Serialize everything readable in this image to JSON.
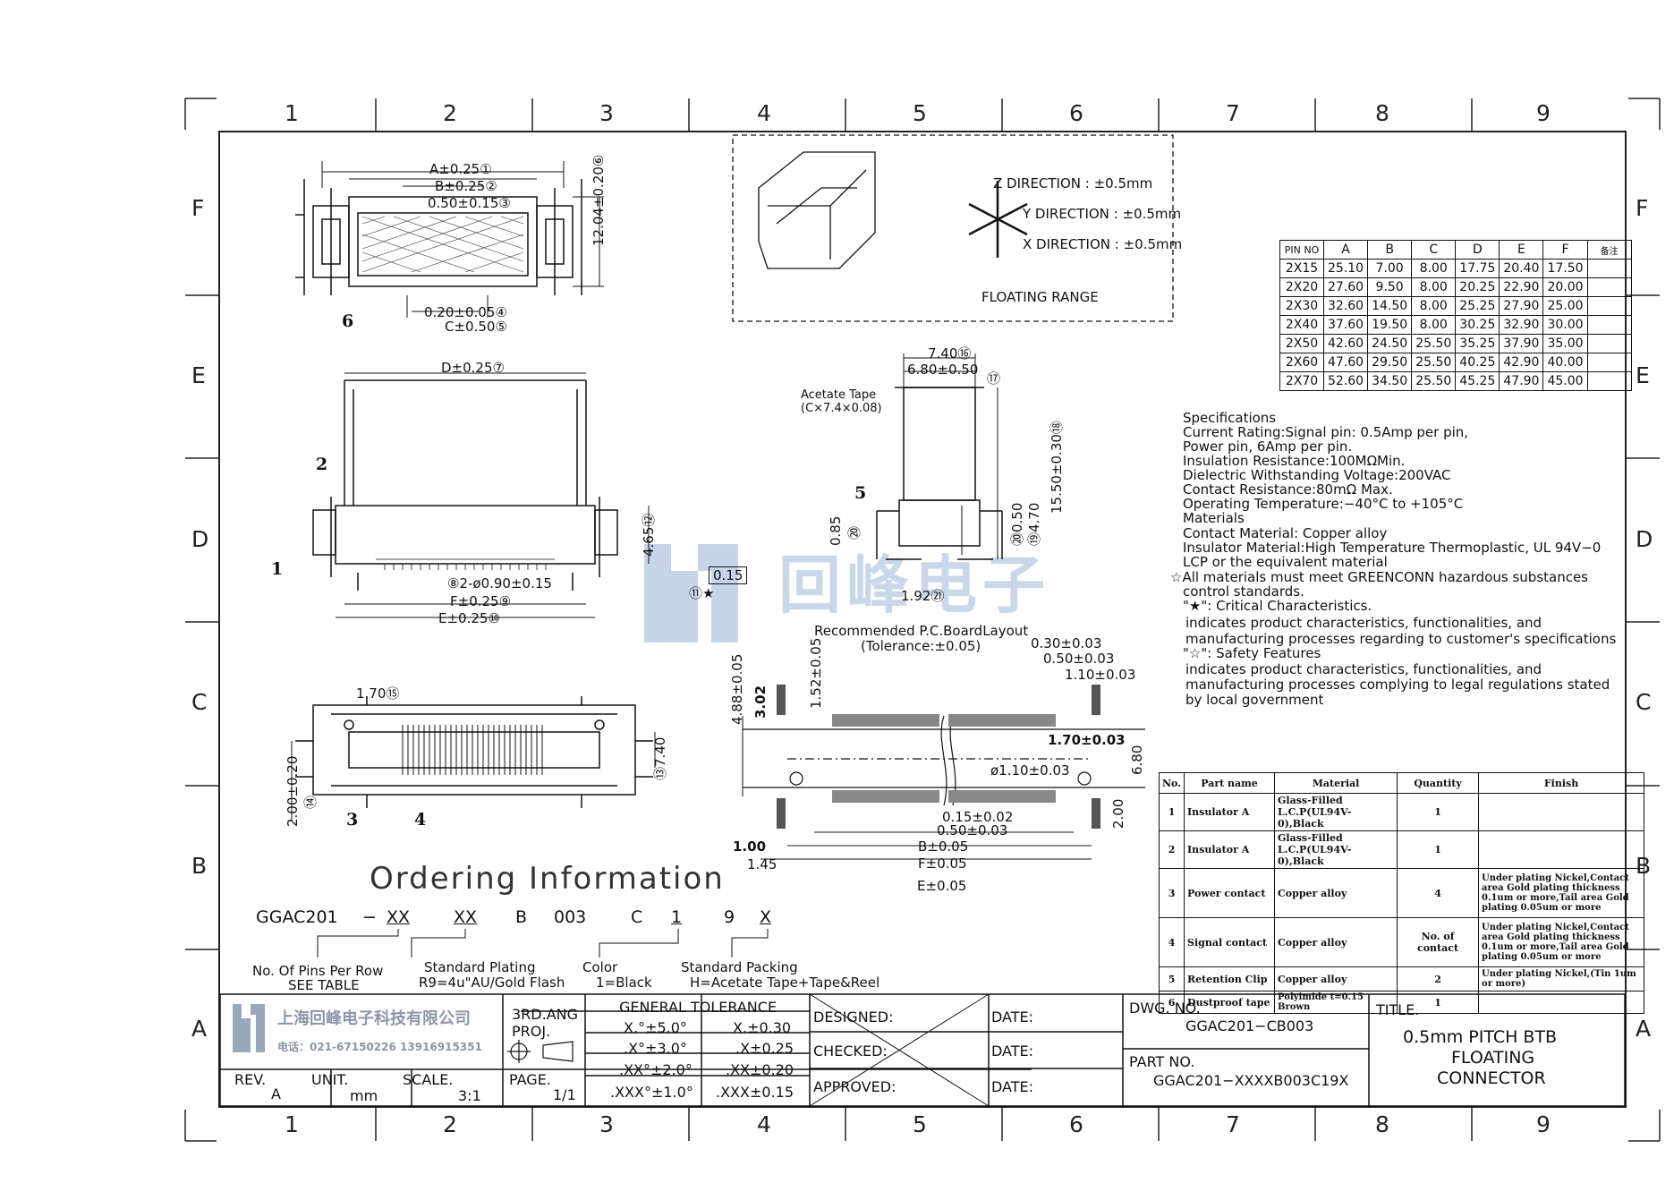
{
  "frame": {
    "columns": [
      "1",
      "2",
      "3",
      "4",
      "5",
      "6",
      "7",
      "8",
      "9"
    ],
    "rows": [
      "F",
      "E",
      "D",
      "C",
      "B",
      "A"
    ]
  },
  "watermark": {
    "company_cn": "回峰电子"
  },
  "top_view": {
    "dims": [
      "A±0.25①",
      "B±0.25②",
      "0.50±0.15③",
      "0.20±0.05④",
      "C±0.50⑤",
      "12.04±0.20⑥"
    ],
    "marker": "6"
  },
  "floating": {
    "z": "Z DIRECTION : ±0.5mm",
    "y": "Y DIRECTION : ±0.5mm",
    "x": "X DIRECTION : ±0.5mm",
    "caption": "FLOATING RANGE"
  },
  "pin_table": {
    "headers": [
      "PIN NO",
      "A",
      "B",
      "C",
      "D",
      "E",
      "F",
      "备注"
    ],
    "rows": [
      [
        "2X15",
        "25.10",
        "7.00",
        "8.00",
        "17.75",
        "20.40",
        "17.50",
        ""
      ],
      [
        "2X20",
        "27.60",
        "9.50",
        "8.00",
        "20.25",
        "22.90",
        "20.00",
        ""
      ],
      [
        "2X30",
        "32.60",
        "14.50",
        "8.00",
        "25.25",
        "27.90",
        "25.00",
        ""
      ],
      [
        "2X40",
        "37.60",
        "19.50",
        "8.00",
        "30.25",
        "32.90",
        "30.00",
        ""
      ],
      [
        "2X50",
        "42.60",
        "24.50",
        "25.50",
        "35.25",
        "37.90",
        "35.00",
        ""
      ],
      [
        "2X60",
        "47.60",
        "29.50",
        "25.50",
        "40.25",
        "42.90",
        "40.00",
        ""
      ],
      [
        "2X70",
        "52.60",
        "34.50",
        "25.50",
        "45.25",
        "47.90",
        "45.00",
        ""
      ]
    ]
  },
  "front_view": {
    "dims": [
      "D±0.25⑦",
      "4.65⑫",
      "⑧2-ø0.90±0.15",
      "F±0.25⑨",
      "E±0.25⑩",
      "0.15",
      "⑪★"
    ],
    "markers": [
      "2",
      "1"
    ]
  },
  "side_view": {
    "dims": [
      "7.40⑯",
      "6.80±0.50",
      "⑰",
      "15.50±0.30⑱",
      "0.85",
      "⑳",
      "⑳0.50",
      "⑲4.70",
      "1.92㉑"
    ],
    "acetate": [
      "Acetate Tape",
      "(C×7.4×0.08)"
    ],
    "marker": "5"
  },
  "specifications": [
    "Specifications",
    "Current Rating:Signal pin: 0.5Amp per pin,",
    "Power pin, 6Amp per pin.",
    "Insulation Resistance:100MΩMin.",
    "Dielectric Withstanding Voltage:200VAC",
    "Contact Resistance:80mΩ Max.",
    "Operating Temperature:−40°C to +105°C",
    "Materials",
    "Contact Material: Copper alloy",
    "Insulator Material:High Temperature Thermoplastic, UL 94V−0",
    "LCP or the equivalent material",
    "☆All materials must meet GREENCONN hazardous substances",
    "control standards.",
    "\"★\": Critical Characteristics.",
    "indicates product characteristics, functionalities, and",
    "manufacturing processes regarding to customer's specifications",
    "\"☆\": Safety Features",
    "indicates product characteristics, functionalities, and",
    "manufacturing processes complying to    legal regulations stated",
    "by local government"
  ],
  "bottom_view": {
    "dims": [
      "1.70⑮",
      "⑬7.40",
      "2.00±0.20",
      "⑭"
    ],
    "markers": [
      "3",
      "4"
    ]
  },
  "pcb_layout": {
    "title": "Recommended P.C.BoardLayout",
    "tolerance": "(Tolerance:±0.05)",
    "dims": [
      "0.30±0.03",
      "0.50±0.03",
      "1.10±0.03",
      "4.88±0.05",
      "3.02",
      "1.52±0.05",
      "1.70±0.03",
      "ø1.10±0.03",
      "6.80",
      "0.15±0.02",
      "0.50±0.03",
      "B±0.05",
      "1.00",
      "1.45",
      "F±0.05",
      "E±0.05",
      "2.00"
    ]
  },
  "ordering": {
    "title": "Ordering Information",
    "code": [
      "GGAC201",
      "−",
      "XX",
      "XX",
      "B",
      "003",
      "C",
      "1",
      "9",
      "X"
    ],
    "notes": {
      "pins": [
        "No. Of Pins Per Row",
        "SEE TABLE"
      ],
      "plating": [
        "Standard Plating",
        "R9=4u\"AU/Gold Flash"
      ],
      "color": [
        "Color",
        "1=Black"
      ],
      "packing": [
        "Standard Packing",
        "H=Acetate Tape+Tape&Reel"
      ]
    }
  },
  "bom": {
    "headers": [
      "No.",
      "Part name",
      "Material",
      "Quantity",
      "Finish"
    ],
    "rows": [
      [
        "1",
        "Insulator A",
        "Glass-Filled L.C.P(UL94V-0),Black",
        "1",
        ""
      ],
      [
        "2",
        "Insulator A",
        "Glass-Filled L.C.P(UL94V-0),Black",
        "1",
        ""
      ],
      [
        "3",
        "Power contact",
        "Copper alloy",
        "4",
        "Under plating Nickel,Contact area Gold plating thickness 0.1um or more,Tail area Gold plating 0.05um or more"
      ],
      [
        "4",
        "Signal contact",
        "Copper alloy",
        "No. of contact",
        "Under plating Nickel,Contact area Gold plating thickness 0.1um or more,Tail area Gold plating 0.05um or more"
      ],
      [
        "5",
        "Retention Clip",
        "Copper alloy",
        "2",
        "Under plating Nickel,(Tin 1um or more)"
      ],
      [
        "6",
        "Dustproof tape",
        "Polyimide t=0.15 Brown",
        "1",
        ""
      ]
    ]
  },
  "title_block": {
    "company": "上海回峰电子科技有限公司",
    "phone": "电话：021-67150226  13916915351",
    "projection": [
      "3RD.ANG",
      "PROJ."
    ],
    "tolerance_title": "GENERAL TOLERANCE",
    "tolerance_rows": [
      [
        "X.°±5.0°",
        "X.±0.30"
      ],
      [
        ".X°±3.0°",
        ".X±0.25"
      ],
      [
        ".XX°±2.0°",
        ".XX±0.20"
      ],
      [
        ".XXX°±1.0°",
        ".XXX±0.15"
      ]
    ],
    "rev_label": "REV.",
    "rev": "A",
    "unit_label": "UNIT.",
    "unit": "mm",
    "scale_label": "SCALE.",
    "scale": "3:1",
    "page_label": "PAGE.",
    "page": "1/1",
    "designed": "DESIGNED:",
    "checked": "CHECKED:",
    "approved": "APPROVED:",
    "date": "DATE:",
    "dwg_label": "DWG. NO.",
    "dwg_no": "GGAC201−CB003",
    "part_label": "PART NO.",
    "part_no": "GGAC201−XXXXB003C19X",
    "title_label": "TITLE.",
    "title_lines": [
      "0.5mm PITCH BTB",
      "FLOATING",
      "CONNECTOR"
    ]
  }
}
